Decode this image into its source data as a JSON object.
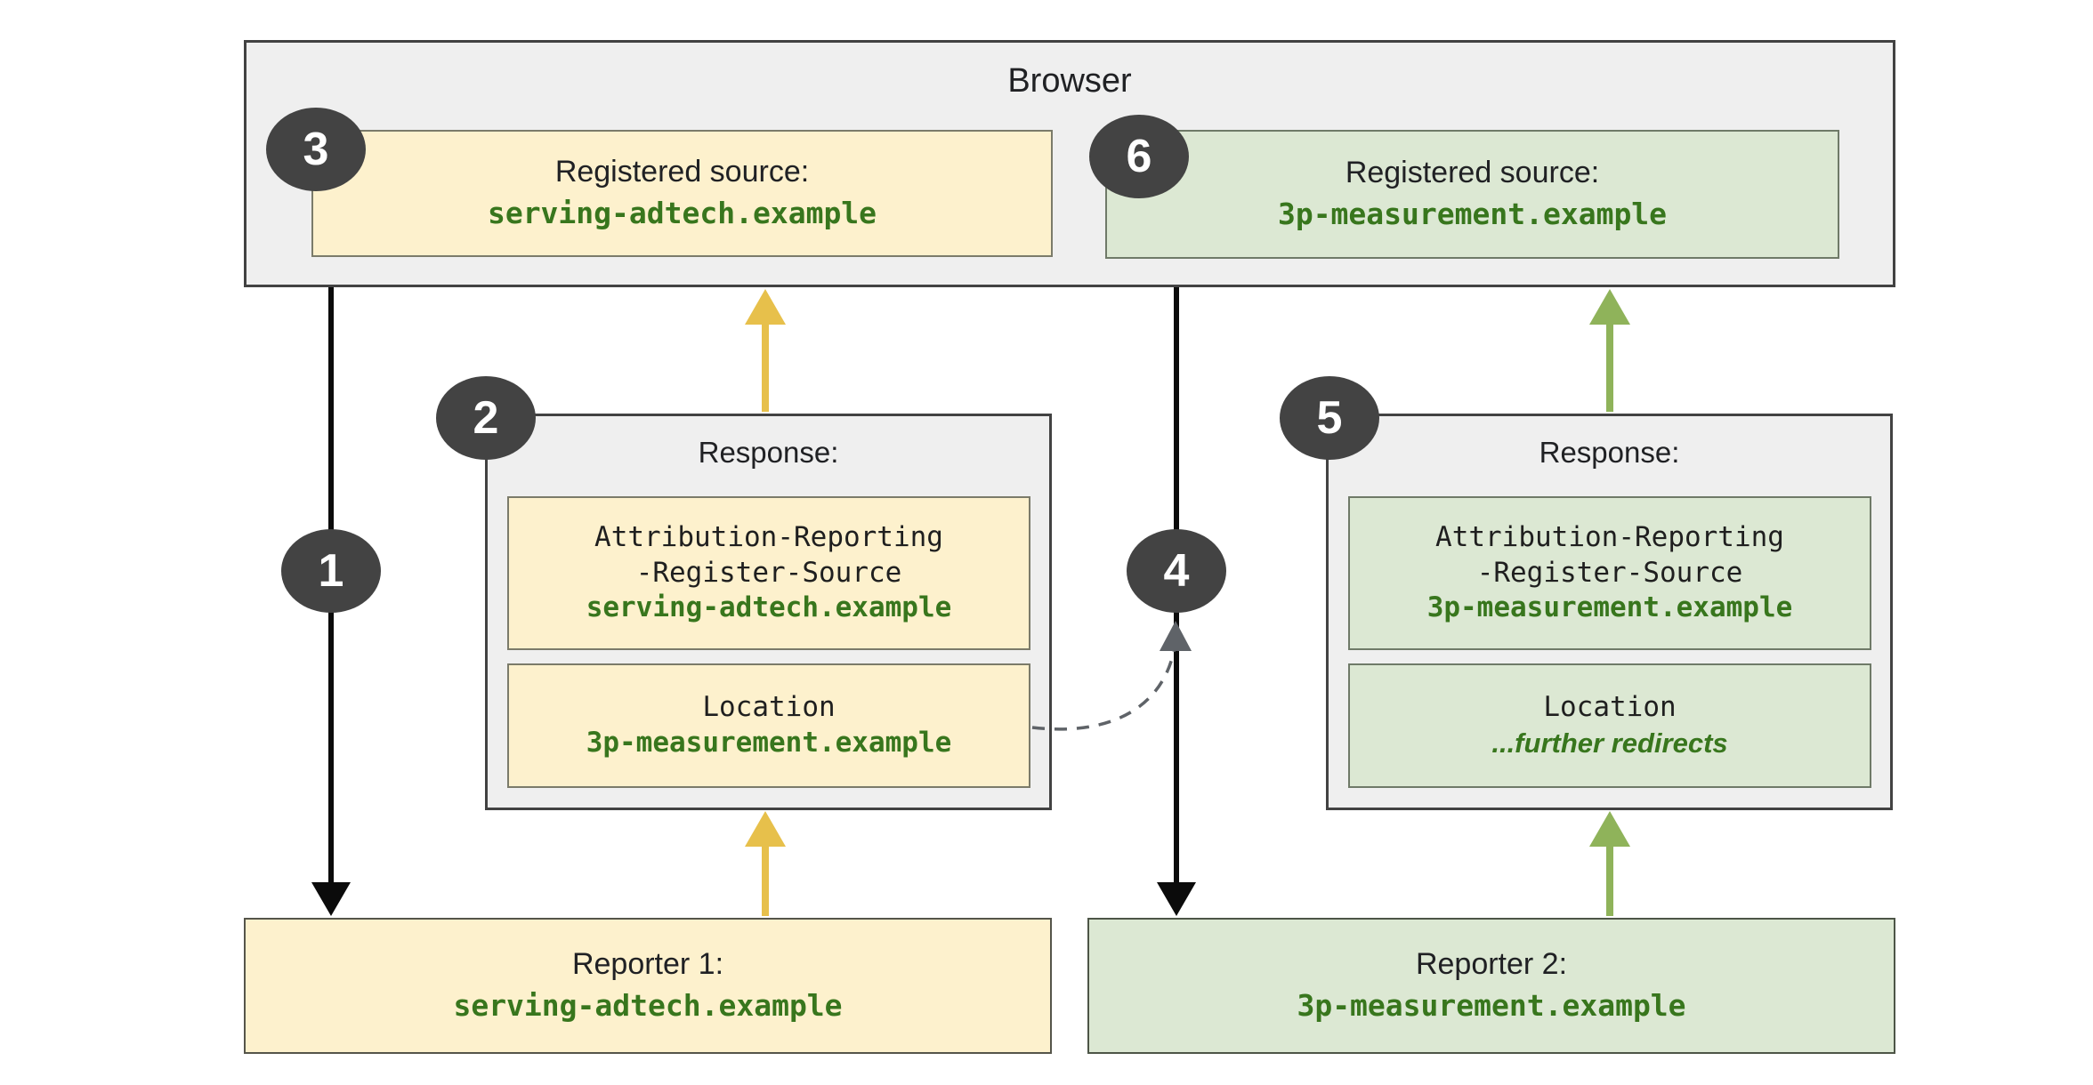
{
  "diagram": {
    "browser": {
      "title": "Browser"
    },
    "registered_source_1": {
      "label": "Registered source:",
      "domain": "serving-adtech.example"
    },
    "registered_source_2": {
      "label": "Registered source:",
      "domain": "3p-measurement.example"
    },
    "response_1": {
      "title": "Response:",
      "header_line1": "Attribution-Reporting",
      "header_line2": "-Register-Source",
      "header_domain": "serving-adtech.example",
      "location_label": "Location",
      "location_value": "3p-measurement.example"
    },
    "response_2": {
      "title": "Response:",
      "header_line1": "Attribution-Reporting",
      "header_line2": "-Register-Source",
      "header_domain": "3p-measurement.example",
      "location_label": "Location",
      "location_value": "...further redirects"
    },
    "reporter_1": {
      "label": "Reporter 1:",
      "domain": "serving-adtech.example"
    },
    "reporter_2": {
      "label": "Reporter 2:",
      "domain": "3p-measurement.example"
    },
    "badges": [
      "1",
      "2",
      "3",
      "4",
      "5",
      "6"
    ],
    "colors": {
      "yellow_fill": "#fdf1cd",
      "green_fill": "#dce8d3",
      "gray_fill": "#efefef",
      "arrow_yellow": "#e7c04b",
      "arrow_green": "#8fb35a",
      "arrow_black": "#0b0b0b",
      "dashed_gray": "#5f6368",
      "badge_fill": "#434343",
      "domain_green": "#38761d"
    }
  }
}
